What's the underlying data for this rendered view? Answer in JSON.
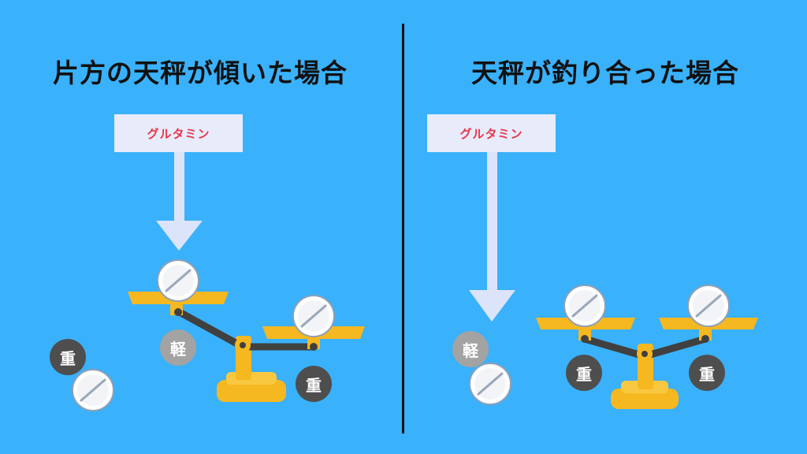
{
  "left_panel": {
    "title": "片方の天秤が傾いた場合",
    "label": "グルタミン",
    "badges": {
      "loose": "重",
      "left_pan": "軽",
      "right_pan": "重"
    }
  },
  "right_panel": {
    "title": "天秤が釣り合った場合",
    "label": "グルタミン",
    "badges": {
      "loose": "軽",
      "left_pan": "重",
      "right_pan": "重"
    }
  },
  "colors": {
    "background": "#3AB1FB",
    "label_text": "#E8364A",
    "scale_gold": "#F5B820",
    "scale_beam": "#404040",
    "heavy_badge": "#4E4E4E",
    "light_badge": "#A3A3A3",
    "arrow": "#DCE4FA",
    "pill": "#F2F2F2"
  }
}
